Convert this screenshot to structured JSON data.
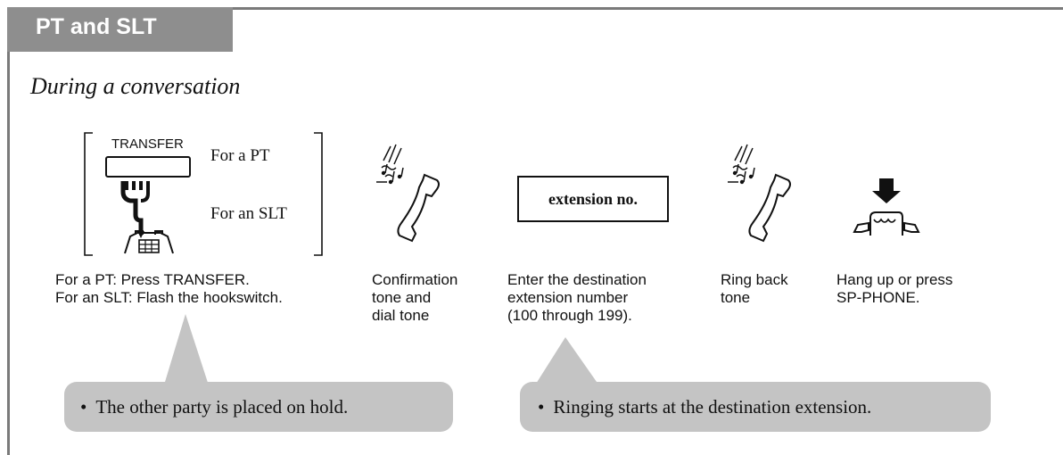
{
  "header": {
    "tab_label": "PT and SLT"
  },
  "section": {
    "subtitle": "During a conversation"
  },
  "steps": [
    {
      "transfer_key_label": "TRANSFER",
      "for_pt": "For a PT",
      "for_slt": "For an SLT",
      "caption_line1": "For a PT: Press TRANSFER.",
      "caption_line2": "For an SLT: Flash the hookswitch."
    },
    {
      "caption_line1": "Confirmation",
      "caption_line2": "tone and",
      "caption_line3": "dial tone"
    },
    {
      "box_label": "extension no.",
      "caption_line1": "Enter the destination",
      "caption_line2": "extension number",
      "caption_line3": "(100 through 199)."
    },
    {
      "caption_line1": "Ring back",
      "caption_line2": "tone"
    },
    {
      "caption_line1": "Hang up or press",
      "caption_line2": "SP-PHONE."
    }
  ],
  "callouts": [
    {
      "bullet": "•",
      "text": "The other party is placed on hold."
    },
    {
      "bullet": "•",
      "text": "Ringing starts at the destination extension."
    }
  ],
  "icons": [
    "transfer-key-icon",
    "finger-press-icon",
    "slt-phone-icon",
    "ringing-handset-icon",
    "hang-up-icon"
  ]
}
